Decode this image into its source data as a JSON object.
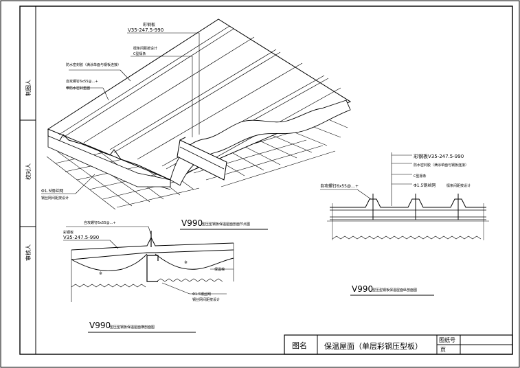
{
  "title_block": {
    "label": "图名",
    "drawing_title": "保温屋面（单层彩钢压型板）",
    "drawing_no_label": "图纸号",
    "page_label": "页"
  },
  "side_column": {
    "cell_1": "制图人",
    "cell_2": "校对人",
    "cell_3": "审核人"
  },
  "views": {
    "section_a": {
      "title_code": "V990",
      "title_suffix": "型压型钢板保温屋面横剖面图"
    },
    "section_b": {
      "title_code": "V990",
      "title_suffix": "型压型钢板保温屋面剖面节点图"
    },
    "section_c": {
      "title_code": "V990",
      "title_suffix": "型压型钢板保温屋面纵剖面图"
    }
  },
  "labels": {
    "iso_sheet_name": "彩钢板",
    "iso_sheet_code": "V35-247.5-990",
    "iso_purlin_1": "檩条间距按设计",
    "iso_purlin_2": "C型檩条",
    "iso_seal": "防水密封胶（满涂单面与钢板连接）",
    "iso_screw_1": "自攻螺钉6x55@…+",
    "iso_screw_2": "带防水密封垫圈",
    "iso_mesh_1": "Φ1.5钢丝网",
    "iso_mesh_2": "钢丝网间距按设计",
    "a_screw": "自攻螺钉6x55@…+",
    "a_sheet_name": "彩钢板",
    "a_sheet_code": "V35-247.5-990",
    "a_insulation": "保温棉",
    "a_mesh_1": "Φ1.5钢丝网",
    "a_mesh_2": "钢丝网间距按设计",
    "b_sheet_code": "彩钢板V35-247.5-990",
    "b_seal": "防水密封胶（满涂单面与钢板连接）",
    "b_purlin": "C型檩条",
    "b_mesh": "Φ1.5钢丝网",
    "b_screw": "自攻螺钉6x55@…+",
    "b_spacing": "檩条间距按设计"
  }
}
